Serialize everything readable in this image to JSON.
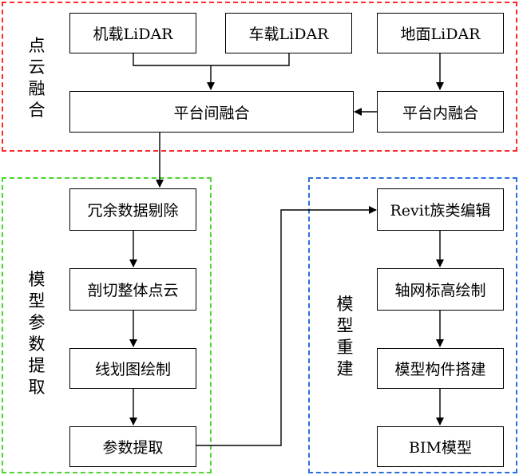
{
  "groups": {
    "fusion": {
      "title_chars": [
        "点",
        "云",
        "融",
        "合"
      ],
      "color": "#ff2a2a"
    },
    "param": {
      "title_chars": [
        "模",
        "型",
        "参",
        "数",
        "提",
        "取"
      ],
      "color": "#4cd62f"
    },
    "rebuild": {
      "title_chars": [
        "模",
        "型",
        "重",
        "建"
      ],
      "color": "#2a6fe0"
    }
  },
  "nodes": {
    "airborne": "机载LiDAR",
    "vehicle": "车载LiDAR",
    "ground": "地面LiDAR",
    "inter_platform": "平台间融合",
    "intra_platform": "平台内融合",
    "redundancy": "冗余数据剔除",
    "section": "剖切整体点云",
    "linework": "线划图绘制",
    "param_extract": "参数提取",
    "revit_family": "Revit族类编辑",
    "axis_grid": "轴网标高绘制",
    "component": "模型构件搭建",
    "bim_model": "BIM模型"
  },
  "edges": [
    [
      "airborne",
      "inter_platform"
    ],
    [
      "vehicle",
      "inter_platform"
    ],
    [
      "ground",
      "intra_platform"
    ],
    [
      "intra_platform",
      "inter_platform"
    ],
    [
      "inter_platform",
      "redundancy"
    ],
    [
      "redundancy",
      "section"
    ],
    [
      "section",
      "linework"
    ],
    [
      "linework",
      "param_extract"
    ],
    [
      "param_extract",
      "revit_family"
    ],
    [
      "revit_family",
      "axis_grid"
    ],
    [
      "axis_grid",
      "component"
    ],
    [
      "component",
      "bim_model"
    ]
  ]
}
